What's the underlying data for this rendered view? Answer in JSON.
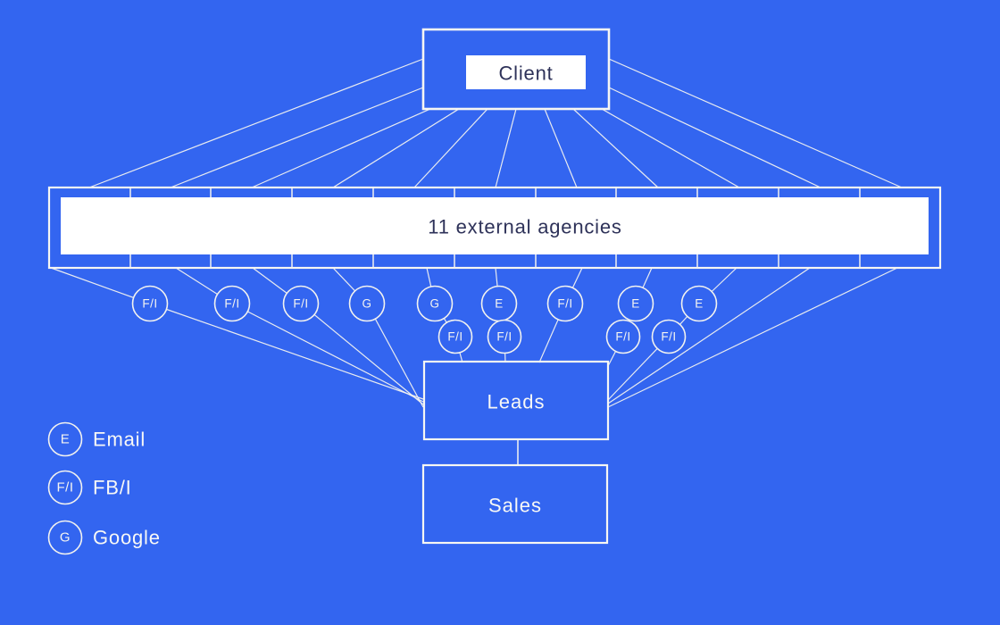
{
  "nodes": {
    "client": "Client",
    "agencies": "11 external agencies",
    "leads": "Leads",
    "sales": "Sales"
  },
  "agencies_count": 11,
  "channels": [
    {
      "label": "F/I"
    },
    {
      "label": "F/I"
    },
    {
      "label": "F/I"
    },
    {
      "label": "G"
    },
    {
      "label": "G"
    },
    {
      "label": "E"
    },
    {
      "label": "F/I"
    },
    {
      "label": "E"
    },
    {
      "label": "E"
    },
    {
      "label": "F/I"
    },
    {
      "label": "F/I"
    },
    {
      "label": "F/I"
    },
    {
      "label": "F/I"
    }
  ],
  "legend": [
    {
      "symbol": "E",
      "label": "Email"
    },
    {
      "symbol": "F/I",
      "label": "FB/I"
    },
    {
      "symbol": "G",
      "label": "Google"
    }
  ],
  "colors": {
    "background": "#3365F0",
    "line": "#F2F2EF",
    "plate": "#FFFFFF",
    "text_dark": "#2E3259",
    "text_light": "#F8F8F6"
  }
}
